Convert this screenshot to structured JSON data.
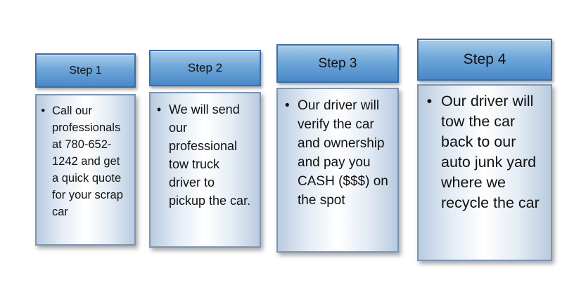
{
  "steps": [
    {
      "title": "Step 1",
      "bullet": "Call our professionals at 780-652-1242 and get a quick quote for your scrap car"
    },
    {
      "title": "Step 2",
      "bullet": "We will send our professional tow truck driver to pickup the car."
    },
    {
      "title": "Step 3",
      "bullet": "Our driver will verify the car and ownership and pay you CASH ($$$) on the spot"
    },
    {
      "title": "Step 4",
      "bullet": "Our driver will tow the car back to our auto junk yard where we recycle the car"
    }
  ]
}
